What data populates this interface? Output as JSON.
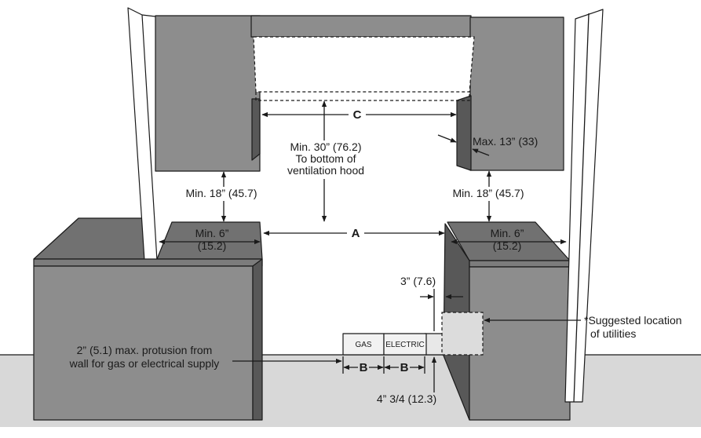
{
  "dimensions": {
    "c_label": "C",
    "a_label": "A",
    "b_left_label": "B",
    "b_right_label": "B",
    "hood_clearance": [
      "Min. 30” (76.2)",
      "To bottom of",
      "ventilation hood"
    ],
    "max_depth": "Max. 13” (33)",
    "upper_left_clearance": "Min. 18” (45.7)",
    "upper_right_clearance": "Min. 18” (45.7)",
    "side_left": [
      "Min. 6”",
      "(15.2)"
    ],
    "side_right": [
      "Min. 6”",
      "(15.2)"
    ],
    "offset_side": "3” (7.6)",
    "utility_height": "4” 3/4 (12.3)"
  },
  "utilities": {
    "gas_label": "GAS",
    "electric_label": "ELECTRIC",
    "suggested_location": [
      "*Suggested location",
      "of utilities"
    ],
    "protrusion_note": [
      "2” (5.1) max. protusion from",
      "wall for gas or electrical supply"
    ]
  }
}
